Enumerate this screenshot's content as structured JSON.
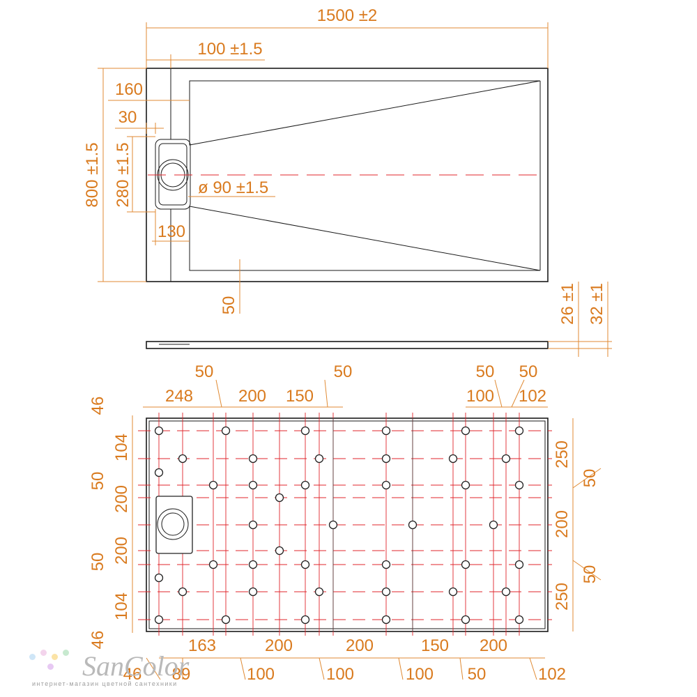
{
  "brand": {
    "logo_text": "SanColor",
    "tagline": "интернет-магазин цветной сантехники",
    "dot_colors": [
      "#cfe6f7",
      "#f3d4ec",
      "#fbe3a6",
      "#c7e9cf",
      "#e7c9f3"
    ]
  },
  "colors": {
    "dimension": "#d97a1e",
    "axis": "#e0252b",
    "outline": "#1a1a1a"
  },
  "top_view": {
    "overall_length": "1500 ±2",
    "offset_top": "100 ±1.5",
    "offset_160": "160",
    "offset_30": "30",
    "width": "800 ±1.5",
    "drain_zone": "280 ±1.5",
    "drain_diameter": "ø 90 ±1.5",
    "offset_130": "130",
    "rim_50": "50"
  },
  "side_view": {
    "height_26": "26 ±1",
    "height_32": "32 ±1"
  },
  "bottom_view": {
    "top_row": [
      "50",
      "248",
      "200",
      "150",
      "50",
      "50",
      "100",
      "50",
      "102"
    ],
    "left_col": [
      "46",
      "104",
      "50",
      "200",
      "200",
      "50",
      "104",
      "46"
    ],
    "right_col": [
      "250",
      "50",
      "200",
      "50",
      "250"
    ],
    "bottom_row": [
      "163",
      "200",
      "200",
      "150",
      "200"
    ],
    "bottom_row_2": [
      "46",
      "89",
      "100",
      "100",
      "100",
      "50",
      "102"
    ]
  }
}
